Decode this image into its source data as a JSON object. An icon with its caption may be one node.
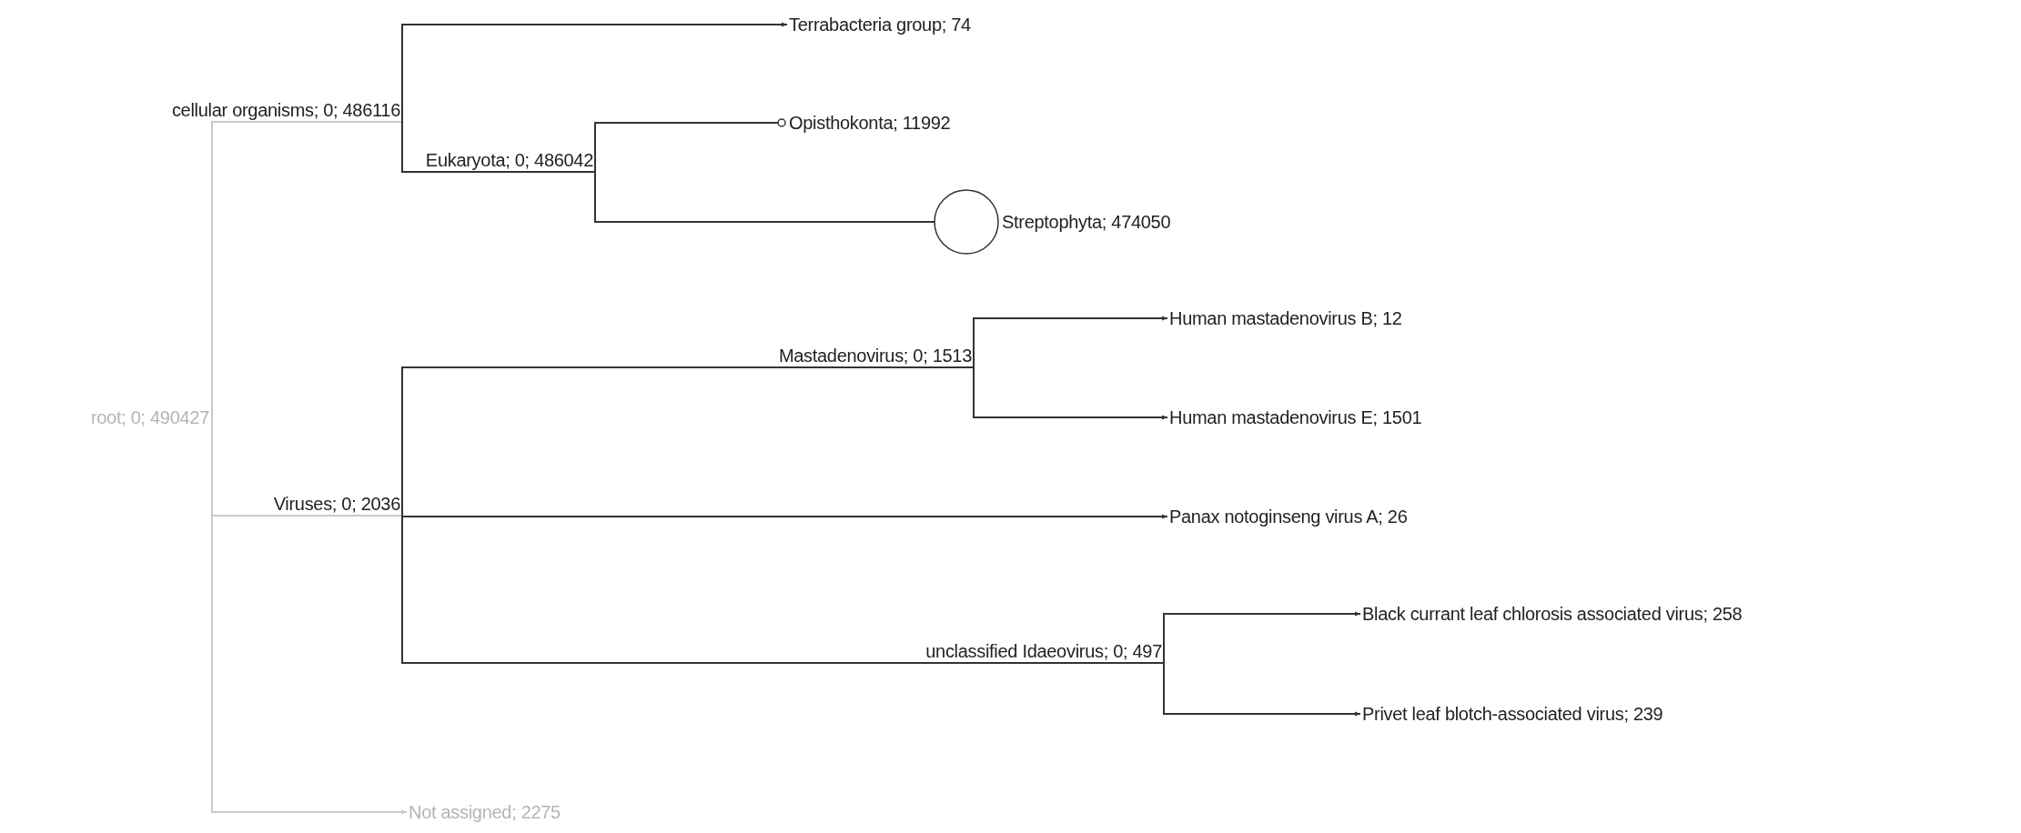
{
  "diagram": {
    "nodes": [
      {
        "text": [
          "cellular organisms; 0; 486116"
        ]
      },
      {
        "text": [
          "Terrabacteria group; 74"
        ]
      },
      {
        "text": [
          "Eukaryota; 0; 486042"
        ]
      },
      {
        "text": [],
        "shape": "circle",
        "beside": [
          "Opisthokonta; 11992"
        ]
      },
      {
        "text": [],
        "shape": "circle",
        "beside": [
          "Streptophyta; 474050"
        ]
      },
      {
        "text": [
          "root; 0; 490427"
        ]
      },
      {
        "text": [
          "Mastadenovirus; 0; 1513"
        ]
      },
      {
        "text": [
          "Human mastadenovirus B; 12"
        ]
      },
      {
        "text": [
          "Human mastadenovirus E; 1501"
        ]
      },
      {
        "text": [
          "Viruses; 0; 2036"
        ]
      },
      {
        "text": [
          "Panax notoginseng virus A; 26"
        ]
      },
      {
        "text": [
          "Black currant leaf chlorosis associated virus; 258"
        ]
      },
      {
        "text": [
          "unclassified Idaeovirus; 0; 497"
        ]
      },
      {
        "text": [
          "Privet leaf blotch-associated virus; 239"
        ]
      },
      {
        "text": [
          "Not assigned; 2275"
        ]
      }
    ],
    "edges": [
      {
        "from": 5,
        "to": 0,
        "arrow": "none",
        "color": "#c8c8c8"
      },
      {
        "from": 5,
        "to": 9,
        "arrow": "none",
        "color": "#c8c8c8"
      },
      {
        "from": 5,
        "to": 14,
        "arrow": "to",
        "color": "#c8c8c8"
      },
      {
        "from": 0,
        "to": 1,
        "arrow": "to"
      },
      {
        "from": 0,
        "to": 2,
        "arrow": "none"
      },
      {
        "from": 2,
        "to": 3,
        "arrow": "none"
      },
      {
        "from": 2,
        "to": 4,
        "arrow": "none"
      },
      {
        "from": 9,
        "to": 6,
        "arrow": "none"
      },
      {
        "from": 6,
        "to": 7,
        "arrow": "to"
      },
      {
        "from": 6,
        "to": 8,
        "arrow": "to"
      },
      {
        "from": 9,
        "to": 10,
        "arrow": "to"
      },
      {
        "from": 9,
        "to": 12,
        "arrow": "none"
      },
      {
        "from": 12,
        "to": 11,
        "arrow": "to"
      },
      {
        "from": 12,
        "to": 13,
        "arrow": "to"
      }
    ]
  }
}
